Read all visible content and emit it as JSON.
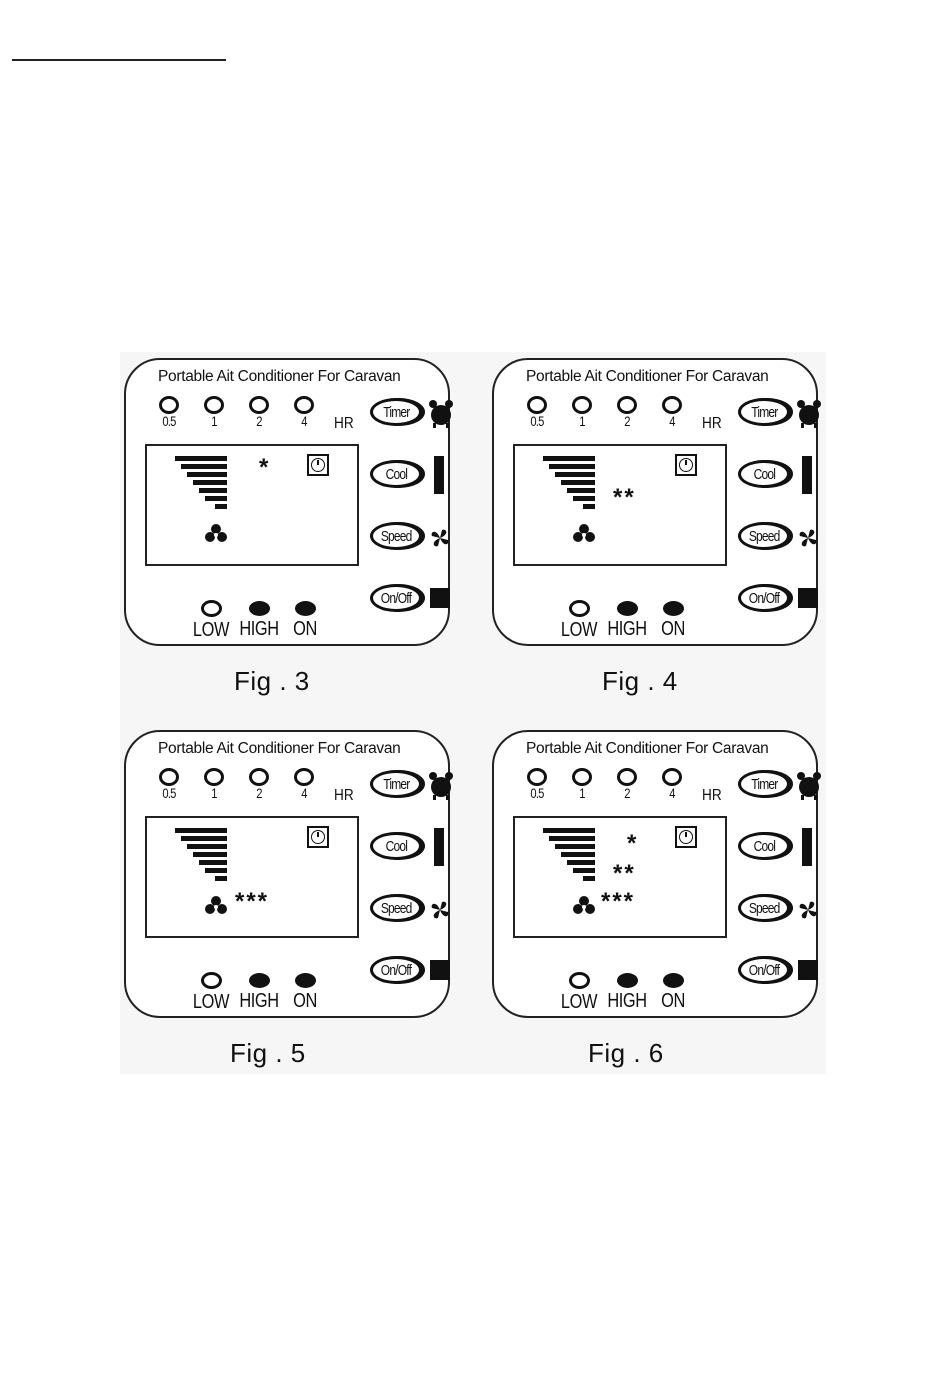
{
  "panel": {
    "title": "Portable Ait Conditioner For Caravan",
    "timer_labels": [
      "0.5",
      "1",
      "2",
      "4"
    ],
    "hr_label": "HR",
    "buttons": {
      "timer": "Timer",
      "cool": "Cool",
      "speed": "Speed",
      "onoff": "On/Off"
    },
    "fan_labels": [
      "LOW",
      "HIGH",
      "ON"
    ]
  },
  "figures": [
    {
      "caption": "Fig . 3",
      "snowflakes": [
        "*"
      ]
    },
    {
      "caption": "Fig . 4",
      "snowflakes": [
        "**"
      ]
    },
    {
      "caption": "Fig . 5",
      "snowflakes": [
        "***"
      ]
    },
    {
      "caption": "Fig . 6",
      "snowflakes": [
        "*",
        "**",
        "***"
      ]
    }
  ]
}
